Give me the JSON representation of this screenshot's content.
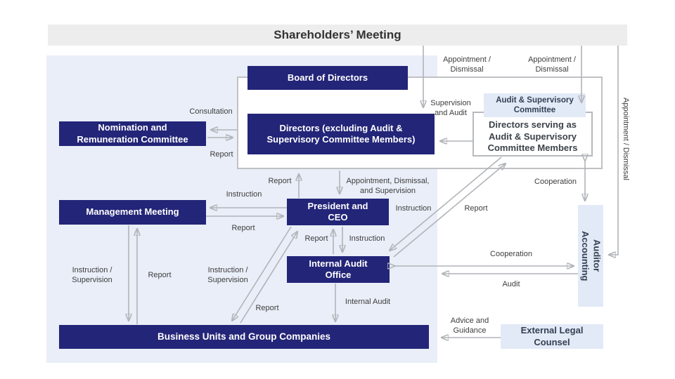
{
  "title": "Shareholders’ Meeting",
  "boxes": {
    "board": "Board of Directors",
    "directors": "Directors (excluding Audit &\nSupervisory Committee Members)",
    "nomination": "Nomination and\nRemuneration Committee",
    "management": "Management Meeting",
    "president": "President and\nCEO",
    "internal_audit": "Internal Audit\nOffice",
    "business_units": "Business Units and Group Companies",
    "audit_committee": "Audit & Supervisory\nCommittee",
    "audit_directors": "Directors serving as\nAudit & Supervisory\nCommittee Members",
    "accounting_auditor": "Accounting\nAuditor",
    "external_counsel": "External Legal\nCounsel"
  },
  "labels": {
    "appt_dismissal_board": "Appointment /\nDismissal",
    "appt_dismissal_committee": "Appointment /\nDismissal",
    "appt_dismissal_auditor": "Appointment / Dismissal",
    "supervision_audit": "Supervision\nand Audit",
    "consultation": "Consultation",
    "report_nomination": "Report",
    "report_president_board": "Report",
    "appt_dismissal_supervision": "Appointment, Dismissal,\nand Supervision",
    "instruction_committee_office": "Instruction",
    "report_office_committee": "Report",
    "cooperation_committee_auditor": "Cooperation",
    "instruction_president_mgmt": "Instruction",
    "report_mgmt_president": "Report",
    "report_office_president": "Report",
    "instruction_president_office": "Instruction",
    "instruction_supervision_mgmt": "Instruction /\nSupervision",
    "report_bu_mgmt": "Report",
    "instruction_supervision_president": "Instruction /\nSupervision",
    "report_bu_president": "Report",
    "cooperation_office_auditor": "Cooperation",
    "audit_auditor": "Audit",
    "internal_audit": "Internal Audit",
    "advice_guidance": "Advice and\nGuidance"
  },
  "colors": {
    "navy_box": "#232578",
    "panel": "#e9eef8",
    "light_box": "#e2eaf7",
    "top_bar": "#ededee",
    "arrow": "#b1b4b8"
  }
}
